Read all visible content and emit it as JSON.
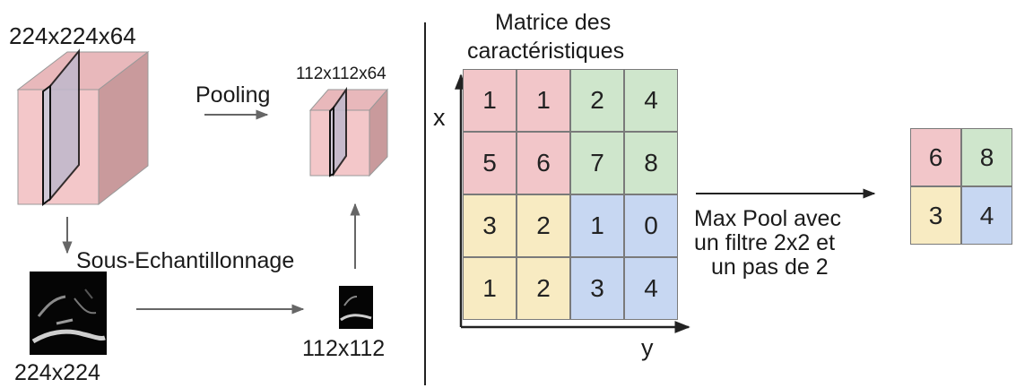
{
  "left_panel": {
    "input_dims": "224x224x64",
    "pooling_label": "Pooling",
    "output_dims": "112x112x64",
    "subsampling_label": "Sous-Echantillonnage",
    "input_slice_dims": "224x224",
    "output_slice_dims": "112x112"
  },
  "right_panel": {
    "matrix_title_line1": "Matrice des",
    "matrix_title_line2": "caractéristiques",
    "axis_x": "x",
    "axis_y": "y",
    "feature_matrix": [
      [
        {
          "v": "1",
          "c": "red"
        },
        {
          "v": "1",
          "c": "red"
        },
        {
          "v": "2",
          "c": "green"
        },
        {
          "v": "4",
          "c": "green"
        }
      ],
      [
        {
          "v": "5",
          "c": "red"
        },
        {
          "v": "6",
          "c": "red"
        },
        {
          "v": "7",
          "c": "green"
        },
        {
          "v": "8",
          "c": "green"
        }
      ],
      [
        {
          "v": "3",
          "c": "yellow"
        },
        {
          "v": "2",
          "c": "yellow"
        },
        {
          "v": "1",
          "c": "blue"
        },
        {
          "v": "0",
          "c": "blue"
        }
      ],
      [
        {
          "v": "1",
          "c": "yellow"
        },
        {
          "v": "2",
          "c": "yellow"
        },
        {
          "v": "3",
          "c": "blue"
        },
        {
          "v": "4",
          "c": "blue"
        }
      ]
    ],
    "maxpool_line1": "Max Pool avec",
    "maxpool_line2": "un filtre 2x2 et",
    "maxpool_line3": "un pas de 2",
    "pooled_matrix": [
      [
        {
          "v": "6",
          "c": "red"
        },
        {
          "v": "8",
          "c": "green"
        }
      ],
      [
        {
          "v": "3",
          "c": "yellow"
        },
        {
          "v": "4",
          "c": "blue"
        }
      ]
    ]
  },
  "colors": {
    "red": "#f2c6c9",
    "green": "#cfe6cc",
    "yellow": "#f8ebc2",
    "blue": "#c7d7f2",
    "cube_front": "#f3c7c9",
    "cube_side": "#c99a9c",
    "cube_top": "#e8b8bb",
    "arrow": "#6e6e6e"
  }
}
